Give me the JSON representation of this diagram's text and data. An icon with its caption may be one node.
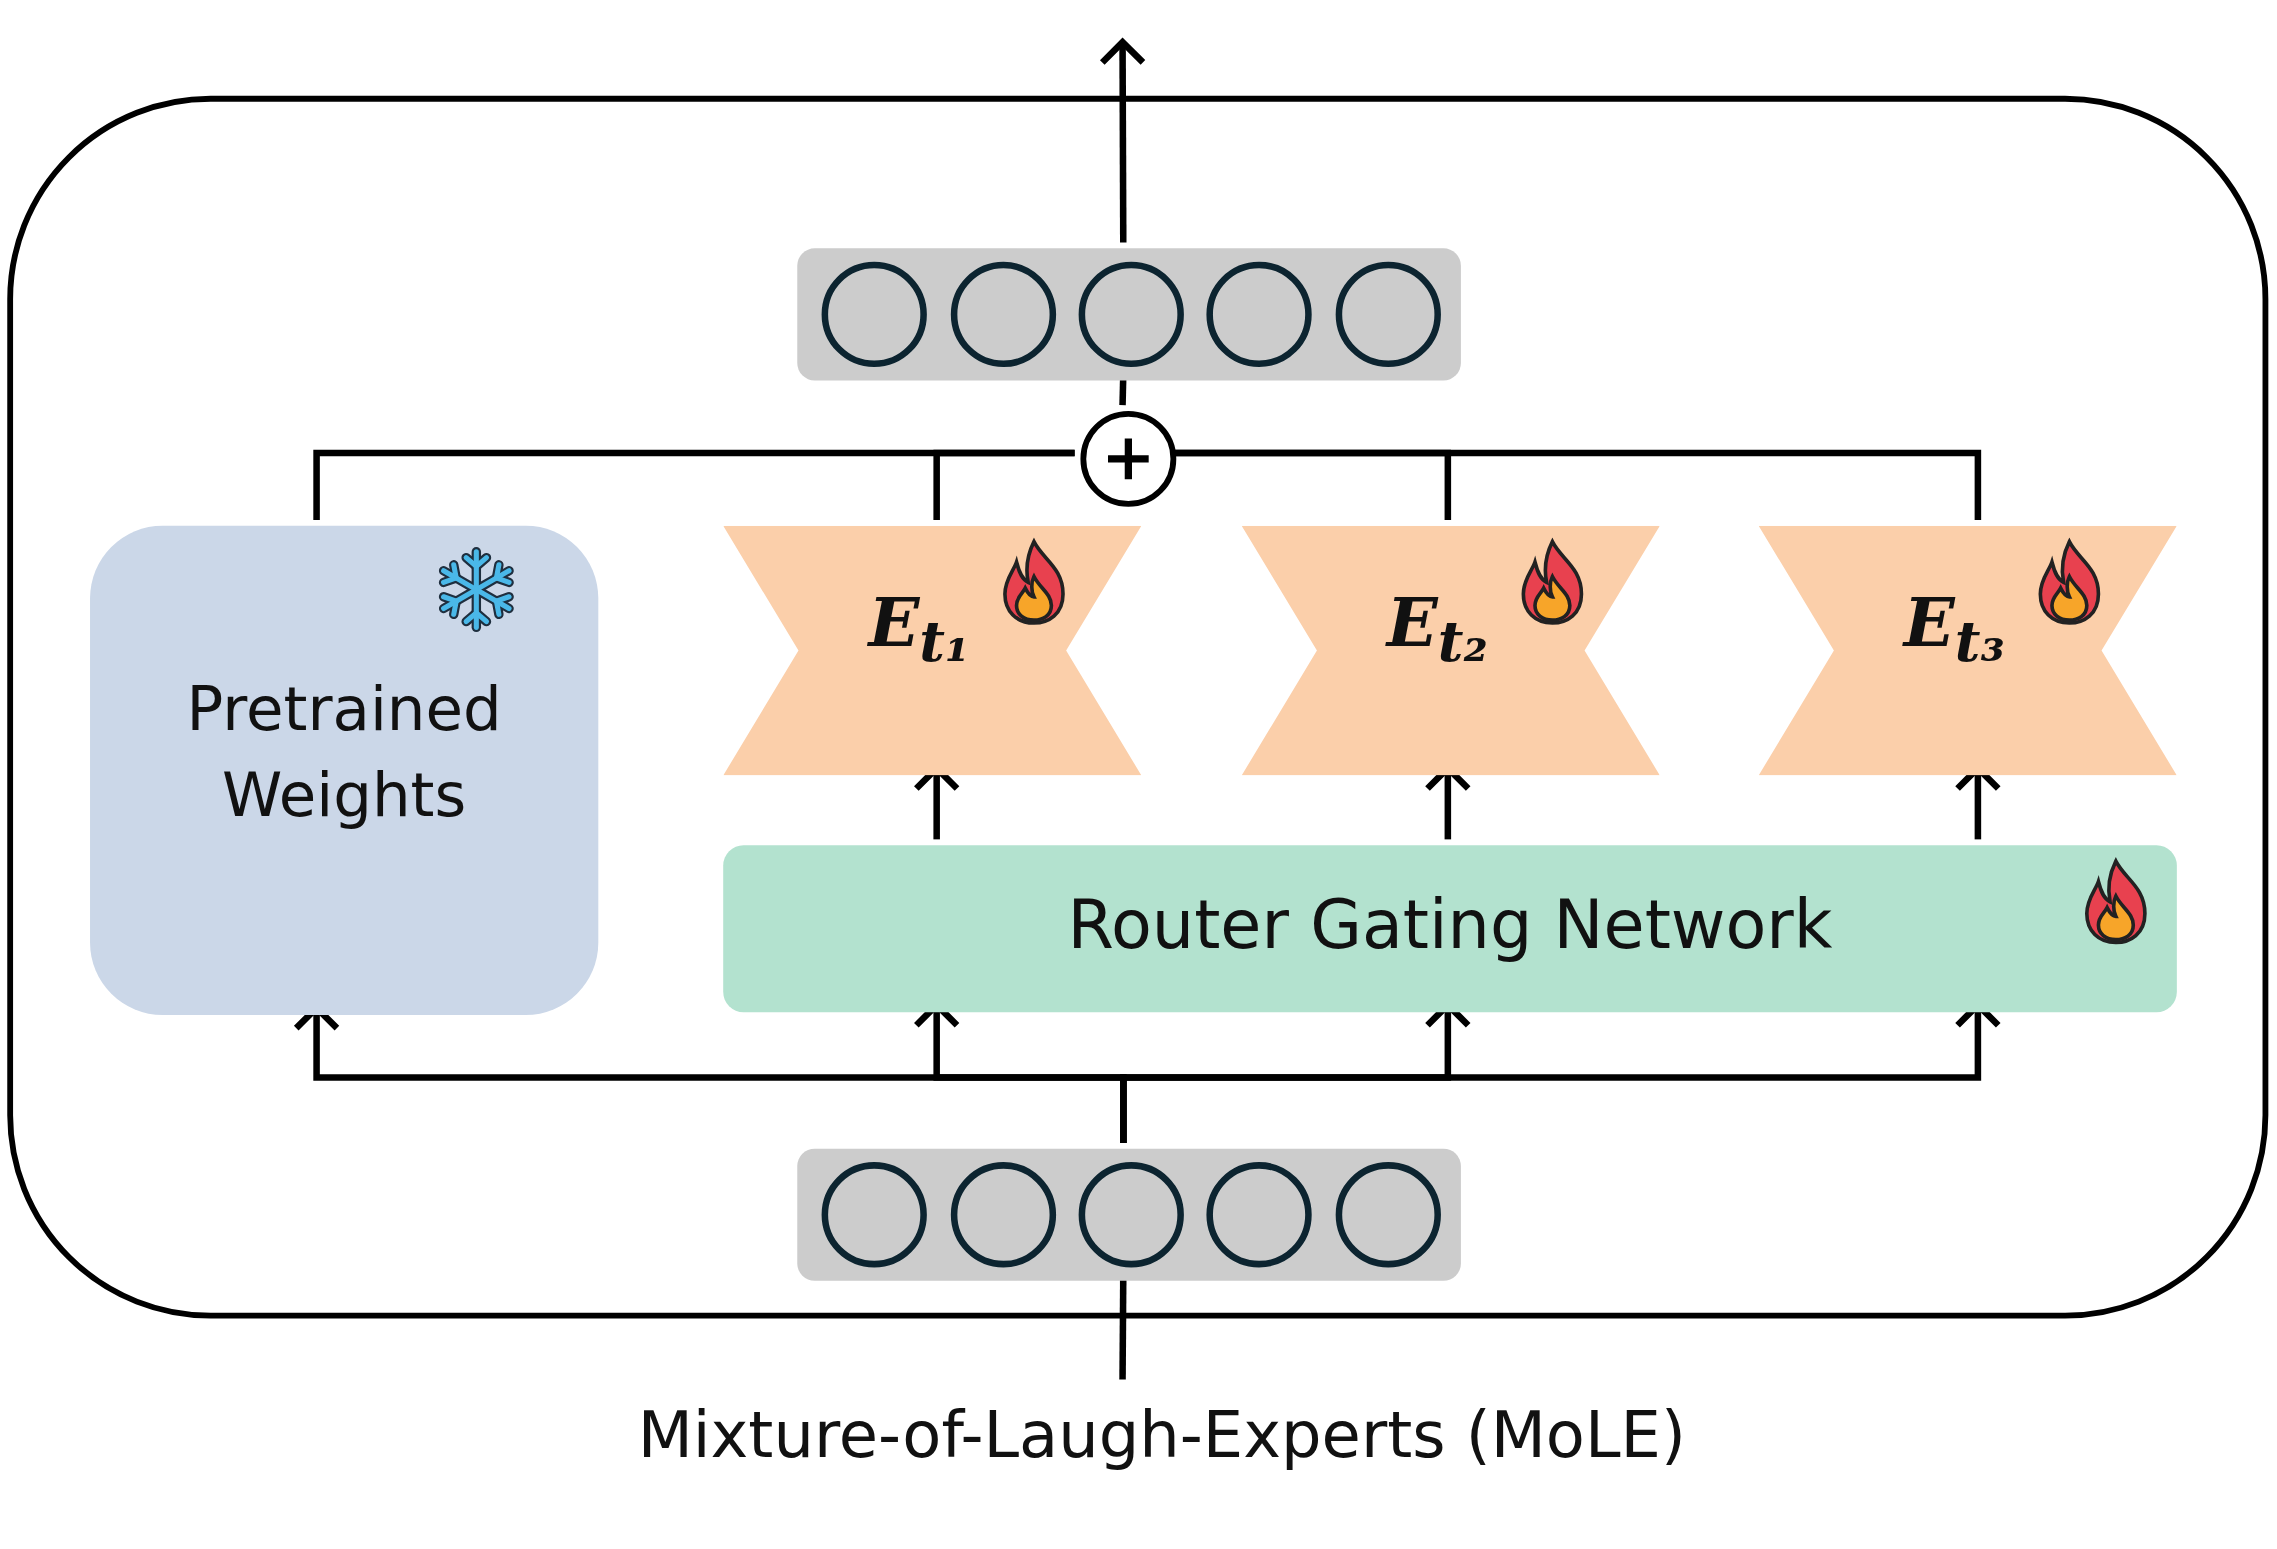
{
  "diagram": {
    "caption": "Mixture-of-Laugh-Experts (MoLE)",
    "nodes": [
      {
        "text": [],
        "shape": "box"
      },
      {
        "text": [],
        "shape": "bar",
        "in": 0
      },
      {
        "text": [],
        "shape": "circle",
        "in": 0
      },
      {
        "text": [
          "Pretrained Weights"
        ],
        "in": 0
      },
      {
        "text": [
          "E$_{t₁}$"
        ],
        "in": 0
      },
      {
        "text": [
          "E$_{t₂}$"
        ],
        "in": 0
      },
      {
        "text": [
          "E$_{t₃}$"
        ],
        "in": 0
      },
      {
        "text": [
          "Router Gating Network"
        ],
        "in": 0
      },
      {
        "text": [],
        "shape": "bar",
        "in": 0
      }
    ],
    "edges": [
      {
        "from": 1,
        "to": null,
        "arrow": "to"
      },
      {
        "from": null,
        "to": 8,
        "arrow": "none"
      },
      {
        "from": 8,
        "to": 3,
        "arrow": "to"
      },
      {
        "from": 8,
        "to": 7,
        "arrow": "to"
      },
      {
        "from": 8,
        "to": 7,
        "arrow": "to"
      },
      {
        "from": 8,
        "to": 7,
        "arrow": "to"
      },
      {
        "from": 7,
        "to": 4,
        "arrow": "to"
      },
      {
        "from": 7,
        "to": 5,
        "arrow": "to"
      },
      {
        "from": 7,
        "to": 6,
        "arrow": "to"
      },
      {
        "from": 3,
        "to": 2,
        "arrow": "none"
      },
      {
        "from": 4,
        "to": 2,
        "arrow": "none"
      },
      {
        "from": 5,
        "to": 2,
        "arrow": "none"
      },
      {
        "from": 6,
        "to": 2,
        "arrow": "none"
      },
      {
        "from": 2,
        "to": 1,
        "arrow": "none"
      }
    ]
  }
}
